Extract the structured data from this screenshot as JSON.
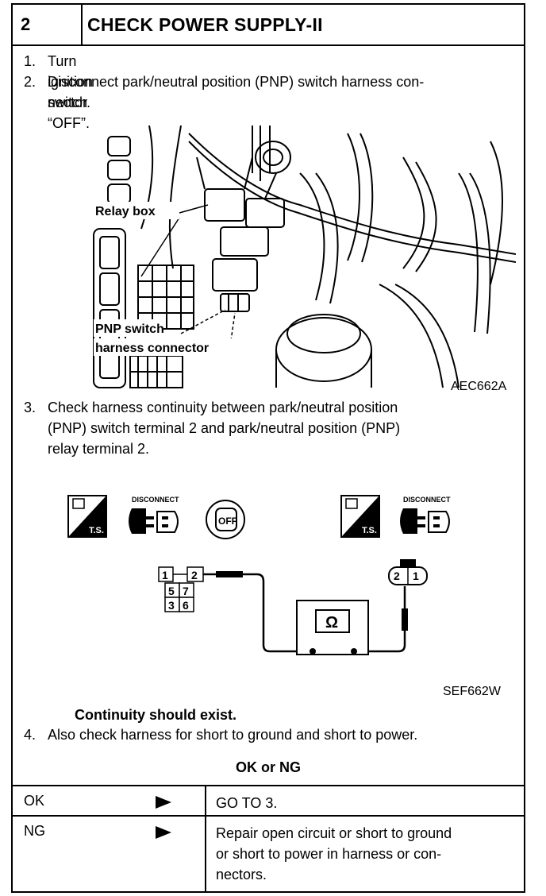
{
  "header": {
    "number": "2",
    "title": "CHECK POWER SUPPLY-II"
  },
  "steps": [
    {
      "num": "1.",
      "lines": [
        "Turn ignition switch “OFF”."
      ]
    },
    {
      "num": "2.",
      "lines": [
        "Disconnect park/neutral position (PNP) switch harness con-",
        "nector."
      ]
    },
    {
      "num": "3.",
      "lines": [
        "Check harness continuity between park/neutral position",
        "(PNP) switch terminal 2 and park/neutral position (PNP)",
        "relay terminal 2."
      ]
    },
    {
      "num": "4.",
      "lines": [
        "Also check harness for short to ground and short to power."
      ]
    }
  ],
  "figure1": {
    "label_relay_box": "Relay box",
    "label_pnp_line1": "PNP switch",
    "label_pnp_line2": "harness connector",
    "code": "AEC662A"
  },
  "figure2": {
    "disconnect_label": "DISCONNECT",
    "ts_label": "T.S.",
    "off_label": "OFF",
    "ohm_symbol": "Ω",
    "left_connector_terminals": [
      "1",
      "2",
      "5",
      "7",
      "3",
      "6"
    ],
    "right_connector_terminals": [
      "2",
      "1"
    ],
    "code": "SEF662W"
  },
  "result_note": "Continuity should exist.",
  "decision_heading": "OK or NG",
  "decisions": [
    {
      "result": "OK",
      "action_lines": [
        "GO TO 3."
      ]
    },
    {
      "result": "NG",
      "action_lines": [
        "Repair open circuit or short to ground",
        "or short to power in harness or con-",
        "nectors."
      ]
    }
  ]
}
